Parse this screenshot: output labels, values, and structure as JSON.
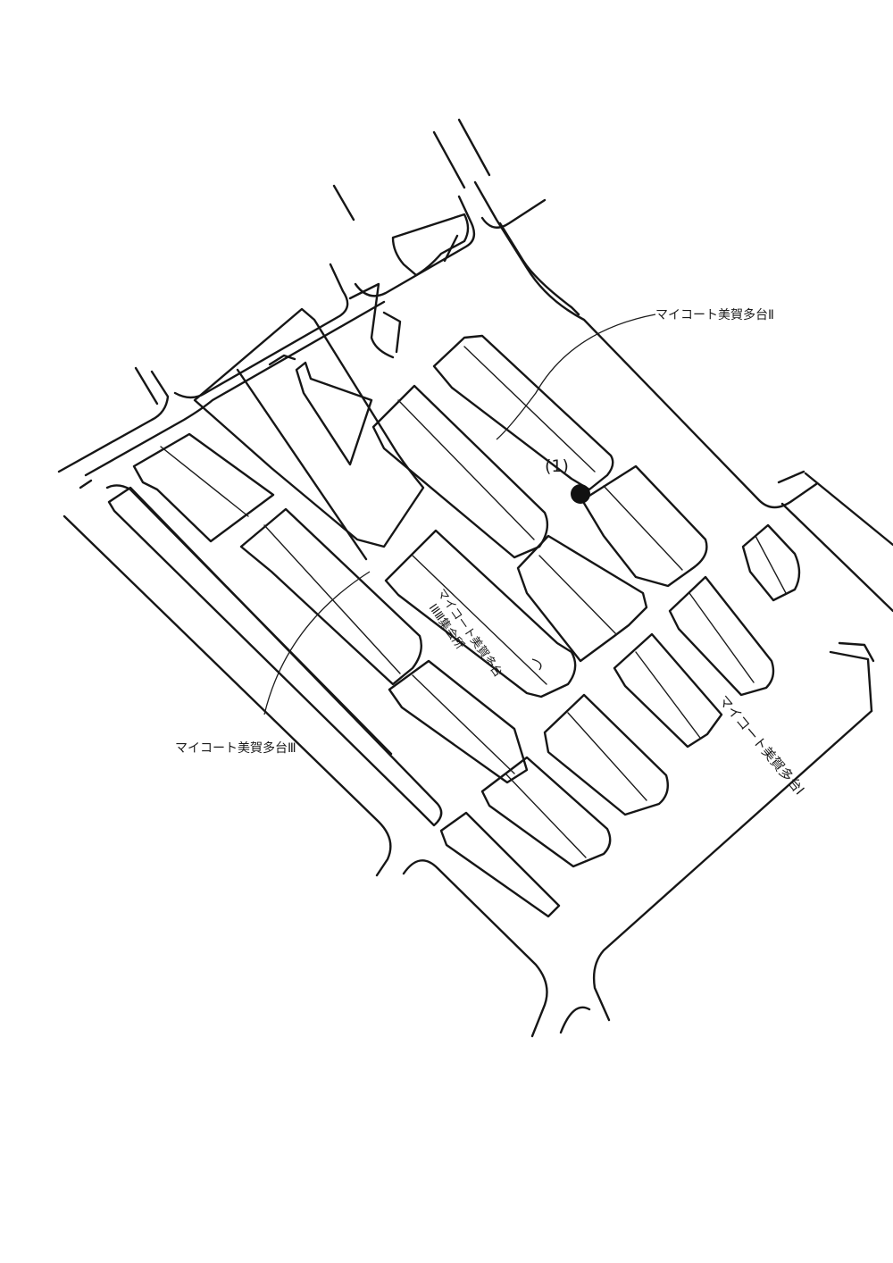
{
  "labels": {
    "estate_2": "マイコート美賀多台Ⅱ",
    "estate_3": "マイコート美賀多台Ⅲ",
    "estate_1": "マイコート美賀多台Ⅰ",
    "hall_line1": "マイコート美賀多台",
    "hall_line2": "ⅠⅡⅢ集会所",
    "marker": "(1)"
  },
  "marker": {
    "fill": "#111111"
  }
}
